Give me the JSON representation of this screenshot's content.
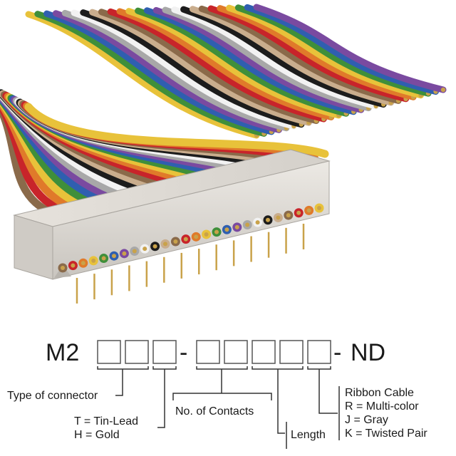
{
  "code": {
    "prefix": "M2",
    "separator": "-",
    "suffix": "ND"
  },
  "labels": {
    "connector": "Type of connector",
    "plating_t": "T = Tin-Lead",
    "plating_h": "H = Gold",
    "contacts": "No. of Contacts",
    "length": "Length",
    "cable_title": "Ribbon Cable",
    "cable_r": "R = Multi-color",
    "cable_j": "J = Gray",
    "cable_k": "K = Twisted Pair"
  },
  "colors": {
    "wire_palette": [
      "#8a6a4a",
      "#c8242a",
      "#e07a2a",
      "#e8c23a",
      "#3f8f3a",
      "#2f5fb0",
      "#7a4aa0",
      "#a8a8a8",
      "#f2f2f2",
      "#1c1c1c",
      "#c9ad8d"
    ],
    "connector_body": "#dcd8d2",
    "pin_gold": "#c9a24a"
  }
}
